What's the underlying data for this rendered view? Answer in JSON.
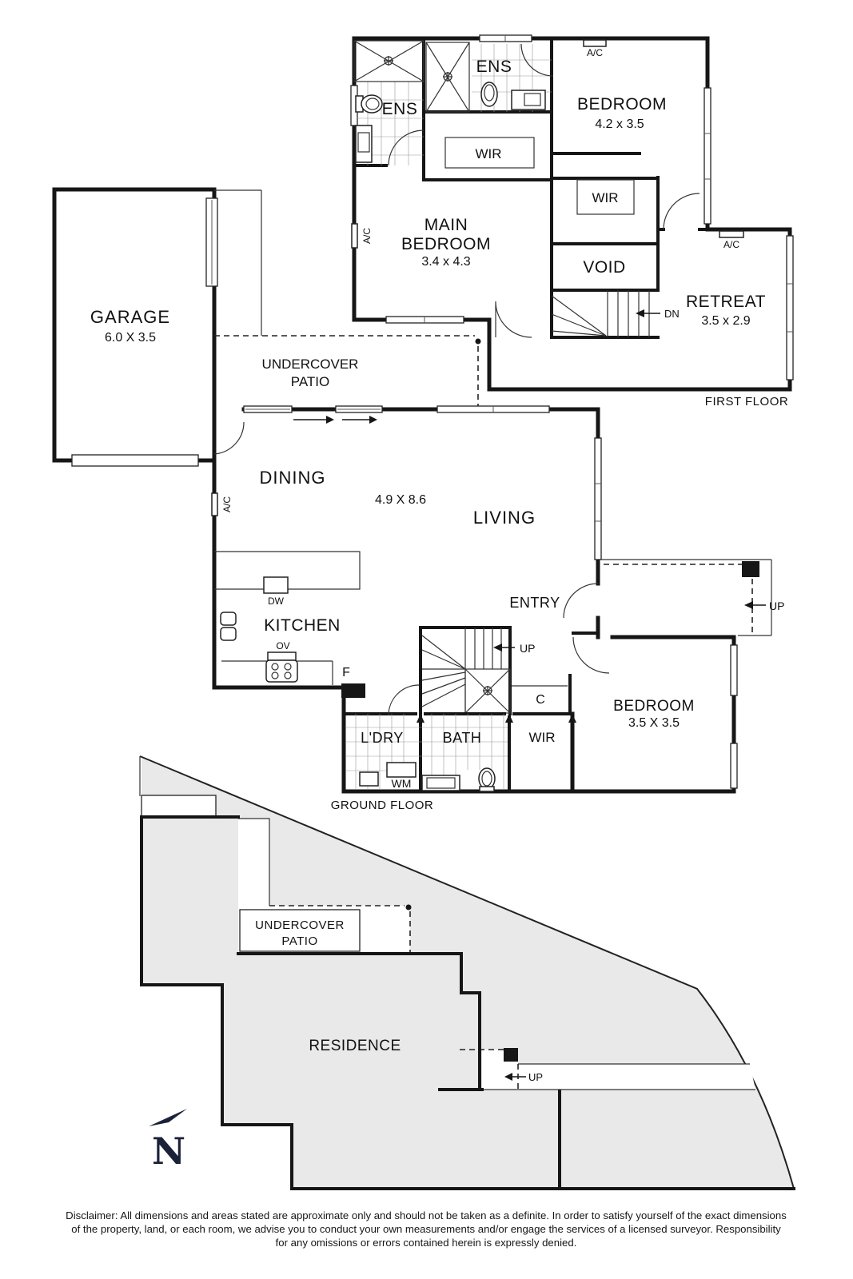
{
  "first_floor": {
    "floor_label": "FIRST FLOOR",
    "ens_left": "ENS",
    "ens_right": "ENS",
    "wir_top": "WIR",
    "bedroom_name": "BEDROOM",
    "bedroom_dims": "4.2 x 3.5",
    "main_bedroom_line1": "MAIN",
    "main_bedroom_line2": "BEDROOM",
    "main_bedroom_dims": "3.4 x 4.3",
    "wir_mid": "WIR",
    "void": "VOID",
    "retreat_name": "RETREAT",
    "retreat_dims": "3.5 x 2.9",
    "dn": "DN",
    "ac_top": "A/C",
    "ac_left": "A/C",
    "ac_retreat": "A/C"
  },
  "ground_floor": {
    "floor_label": "GROUND FLOOR",
    "garage_name": "GARAGE",
    "garage_dims": "6.0 X 3.5",
    "patio_line1": "UNDERCOVER",
    "patio_line2": "PATIO",
    "dining": "DINING",
    "living_dims": "4.9 X 8.6",
    "living": "LIVING",
    "kitchen": "KITCHEN",
    "dw": "DW",
    "ov": "OV",
    "fridge": "F",
    "entry": "ENTRY",
    "up_stairs": "UP",
    "cupboard": "C",
    "laundry": "L'DRY",
    "bath": "BATH",
    "wir": "WIR",
    "wm": "WM",
    "bedroom_name": "BEDROOM",
    "bedroom_dims": "3.5 X 3.5",
    "up_porch": "UP",
    "ac_dining": "A/C"
  },
  "site_plan": {
    "residence": "RESIDENCE",
    "patio_line1": "UNDERCOVER",
    "patio_line2": "PATIO",
    "up": "UP",
    "north": "N"
  },
  "disclaimer": {
    "line1": "Disclaimer: All dimensions and areas stated are approximate only and should not be taken as a definite. In order to satisfy yourself of the exact dimensions",
    "line2": "of the property, land, or each room, we advise you to conduct your own measurements and/or engage the services of a licensed surveyor. Responsibility",
    "line3": "for any omissions or errors contained herein is expressly denied."
  }
}
